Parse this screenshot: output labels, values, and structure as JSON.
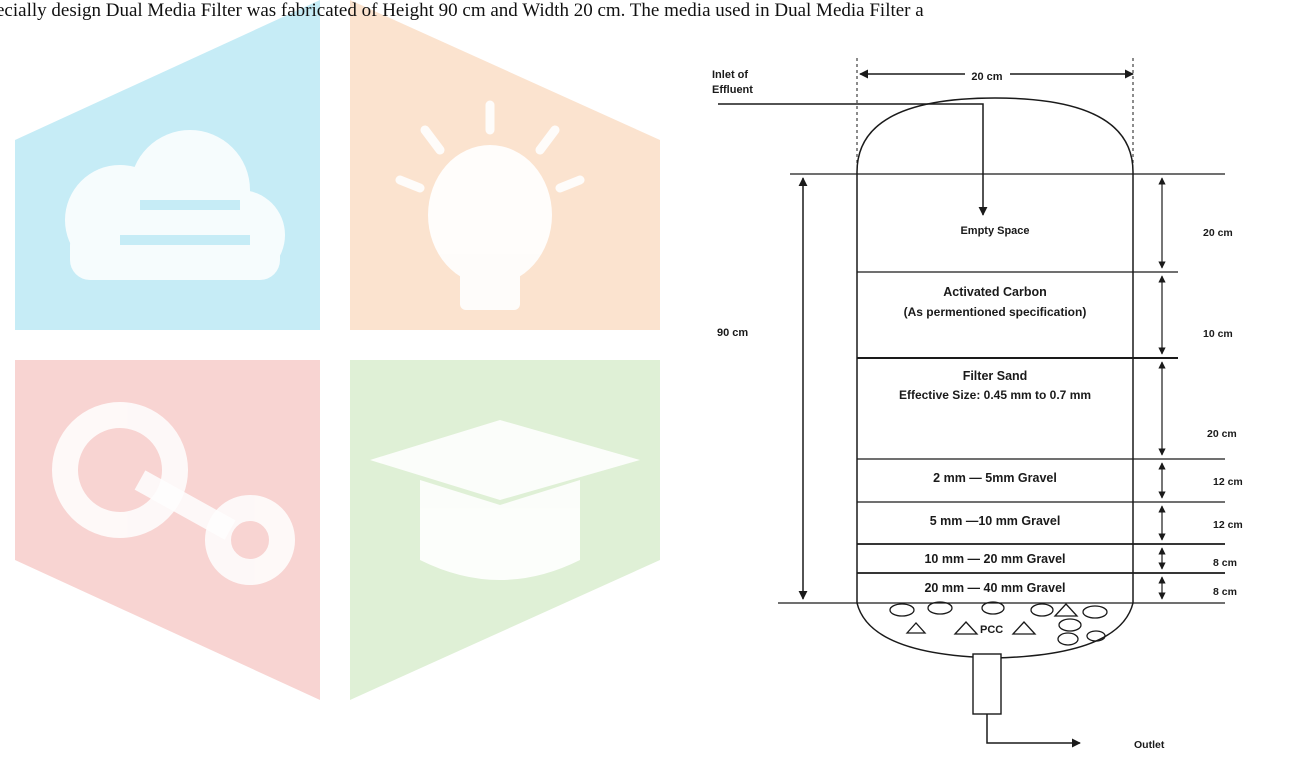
{
  "intro_text": "ecially design Dual Media Filter was fabricated of Height 90 cm and Width 20 cm. The media used in Dual Media Filter a",
  "diagram": {
    "inlet_label_line1": "Inlet of",
    "inlet_label_line2": "Effluent",
    "width_label": "20 cm",
    "height_label": "90 cm",
    "outlet_label": "Outlet",
    "pcc_label": "PCC",
    "layers": [
      {
        "name_line1": "Empty Space",
        "name_line2": "",
        "thickness": "20 cm"
      },
      {
        "name_line1": "Activated Carbon",
        "name_line2": "(As permentioned specification)",
        "thickness": "10 cm"
      },
      {
        "name_line1": "Filter Sand",
        "name_line2": "Effective Size: 0.45 mm to 0.7 mm",
        "thickness": "20 cm"
      },
      {
        "name_line1": "2 mm — 5mm Gravel",
        "name_line2": "",
        "thickness": "12 cm"
      },
      {
        "name_line1": "5 mm —10 mm Gravel",
        "name_line2": "",
        "thickness": "12 cm"
      },
      {
        "name_line1": "10 mm — 20 mm Gravel",
        "name_line2": "",
        "thickness": "8 cm"
      },
      {
        "name_line1": "20 mm — 40 mm Gravel",
        "name_line2": "",
        "thickness": "8 cm"
      }
    ]
  },
  "colors": {
    "watermark_blue": "#c6ecf6",
    "watermark_orange": "#fbe3cf",
    "watermark_red": "#f8d4d2",
    "watermark_green": "#dff0d6",
    "line": "#1a1a1a"
  }
}
